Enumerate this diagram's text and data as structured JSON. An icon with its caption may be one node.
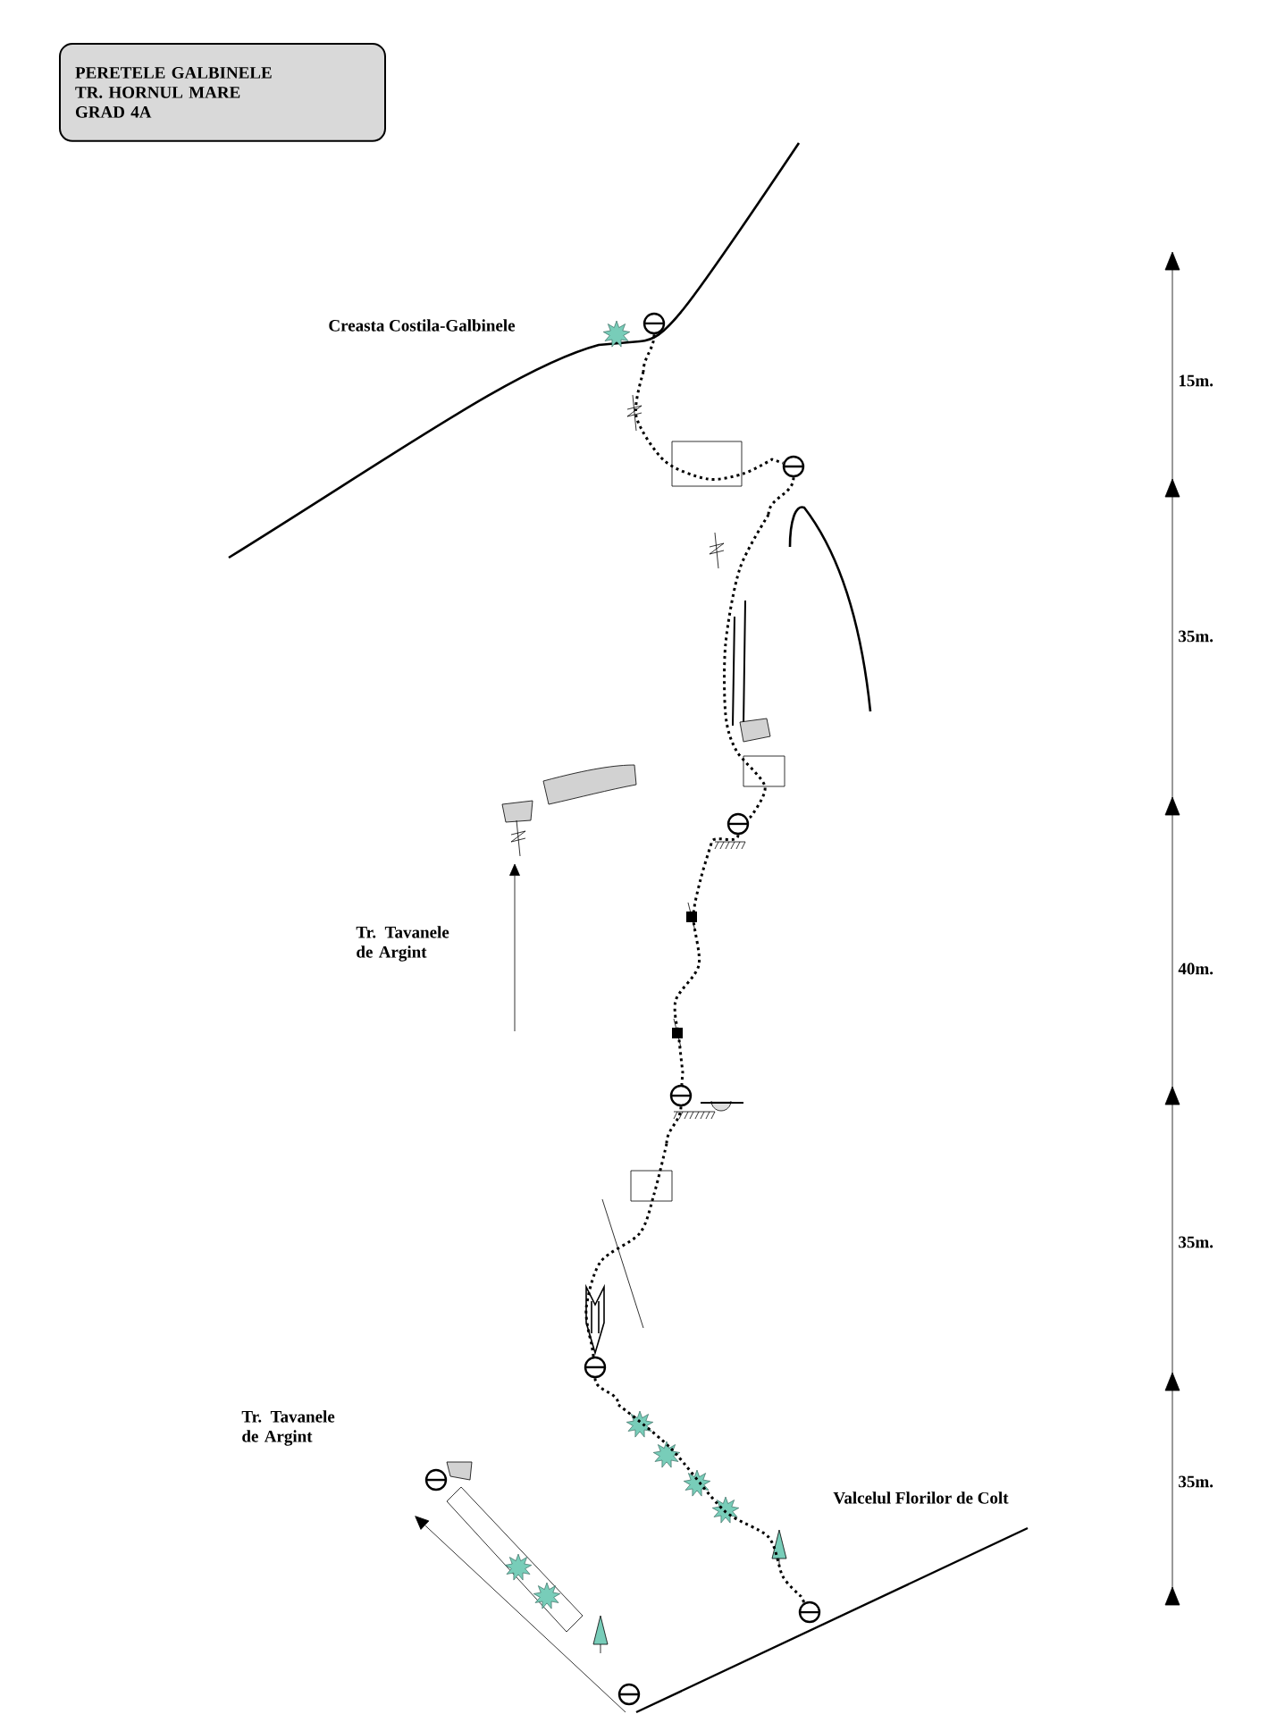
{
  "diagram": {
    "nodes": [
      {
        "text": [
          "PERETELE GALBINELE",
          "TR. HORNUL MARE",
          "GRAD 4A"
        ]
      },
      {
        "text": [],
        "shape": "circle"
      },
      {
        "text": [],
        "shape": "circle"
      },
      {
        "text": [],
        "shape": "circle"
      },
      {
        "text": [],
        "shape": "circle"
      },
      {
        "text": [],
        "shape": "circle"
      },
      {
        "text": [],
        "shape": "circle"
      },
      {
        "text": [],
        "shape": "circle"
      },
      {
        "text": [],
        "shape": "circle"
      }
    ],
    "edges": [
      {
        "from": 1,
        "to": 2,
        "arrow": "none"
      },
      {
        "from": 2,
        "to": 3,
        "arrow": "none"
      },
      {
        "from": 3,
        "to": 4,
        "arrow": "none"
      },
      {
        "from": 4,
        "to": 5,
        "arrow": "none"
      },
      {
        "from": 5,
        "to": 7,
        "arrow": "none"
      }
    ],
    "labels": [
      "Creasta Costila-Galbinele",
      "15m.",
      "35m.",
      "Tr. Tavanele de Argint",
      "40m.",
      "35m.",
      "Tr. Tavanele de Argint",
      "35m.",
      "Valcelul Florilor de Colt"
    ]
  }
}
